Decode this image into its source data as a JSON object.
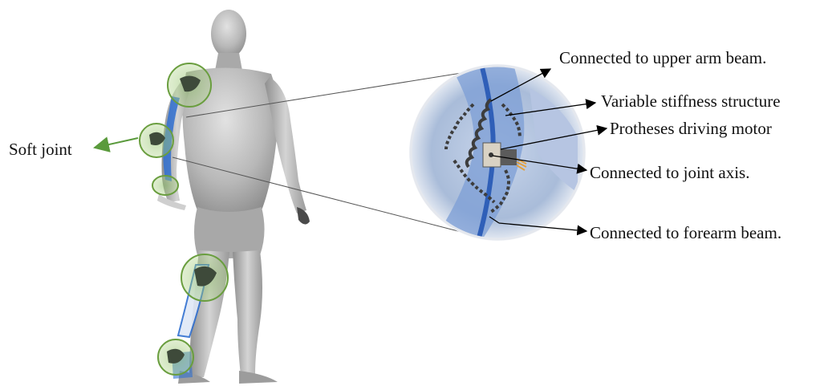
{
  "labels": {
    "soft_joint": "Soft joint",
    "upper_arm": "Connected to upper arm beam.",
    "variable_stiffness": "Variable stiffness structure",
    "driving_motor": "Protheses driving motor",
    "joint_axis": "Connected to joint axis.",
    "forearm": "Connected to forearm beam."
  },
  "colors": {
    "joint_highlight": "#6a9e3f",
    "soft_joint_arrow": "#5a9a3c",
    "exoskeleton_blue": "#2f6fd0",
    "body_grey": "#b9b9b9",
    "text": "#111111"
  },
  "icons": {
    "figure": "human-figure-with-exoskeleton",
    "detail": "soft-joint-closeup"
  }
}
